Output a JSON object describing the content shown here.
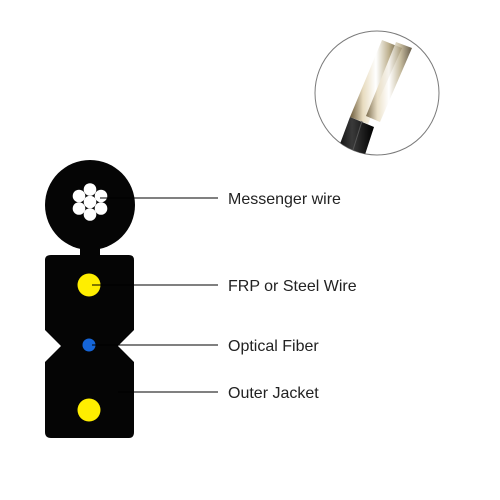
{
  "labels": {
    "messenger_wire": "Messenger wire",
    "frp_or_steel_wire": "FRP or Steel Wire",
    "optical_fiber": "Optical Fiber",
    "outer_jacket": "Outer Jacket"
  },
  "colors": {
    "jacket": "#050505",
    "strand": "#ffffff",
    "strength_member": "#ffee00",
    "fiber": "#1565d8",
    "leader_line": "#000000",
    "text": "#222222"
  },
  "icons": {
    "cable_photo": "cable-end-photo-icon",
    "cross_section": "cable-cross-section-icon"
  }
}
